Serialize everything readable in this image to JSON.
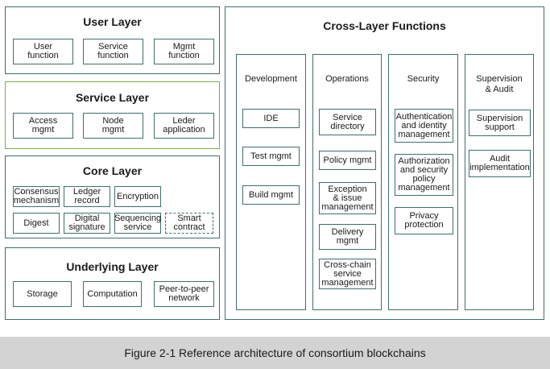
{
  "layers": {
    "user": {
      "title": "User Layer",
      "items": [
        "User\nfunction",
        "Service\nfunction",
        "Mgmt\nfunction"
      ]
    },
    "service": {
      "title": "Service Layer",
      "items": [
        "Access\nmgmt",
        "Node\nmgmt",
        "Leder\napplication"
      ]
    },
    "core": {
      "title": "Core Layer",
      "items": [
        "Consensus\nmechanism",
        "Ledger\nrecord",
        "Encryption",
        "Digest",
        "Digital\nsignature",
        "Sequencing\nservice",
        "Smart\ncontract"
      ]
    },
    "underlying": {
      "title": "Underlying Layer",
      "items": [
        "Storage",
        "Computation",
        "Peer-to-peer\nnetwork"
      ]
    }
  },
  "cross_layer": {
    "title": "Cross-Layer Functions",
    "columns": [
      {
        "title": "Development",
        "items": [
          "IDE",
          "Test mgmt",
          "Build mgmt"
        ]
      },
      {
        "title": "Operations",
        "items": [
          "Service\ndirectory",
          "Policy mgmt",
          "Exception\n& issue\nmanagement",
          "Delivery\nmgmt",
          "Cross-chain\nservice\nmanagement"
        ]
      },
      {
        "title": "Security",
        "items": [
          "Authentication\nand identity\nmanagement",
          "Authorization\nand security\npolicy\nmanagement",
          "Privacy\nprotection"
        ]
      },
      {
        "title": "Supervision\n& Audit",
        "items": [
          "Supervision\nsupport",
          "Audit\nimplementation"
        ]
      }
    ]
  },
  "caption": "Figure 2-1 Reference architecture of consortium blockchains"
}
